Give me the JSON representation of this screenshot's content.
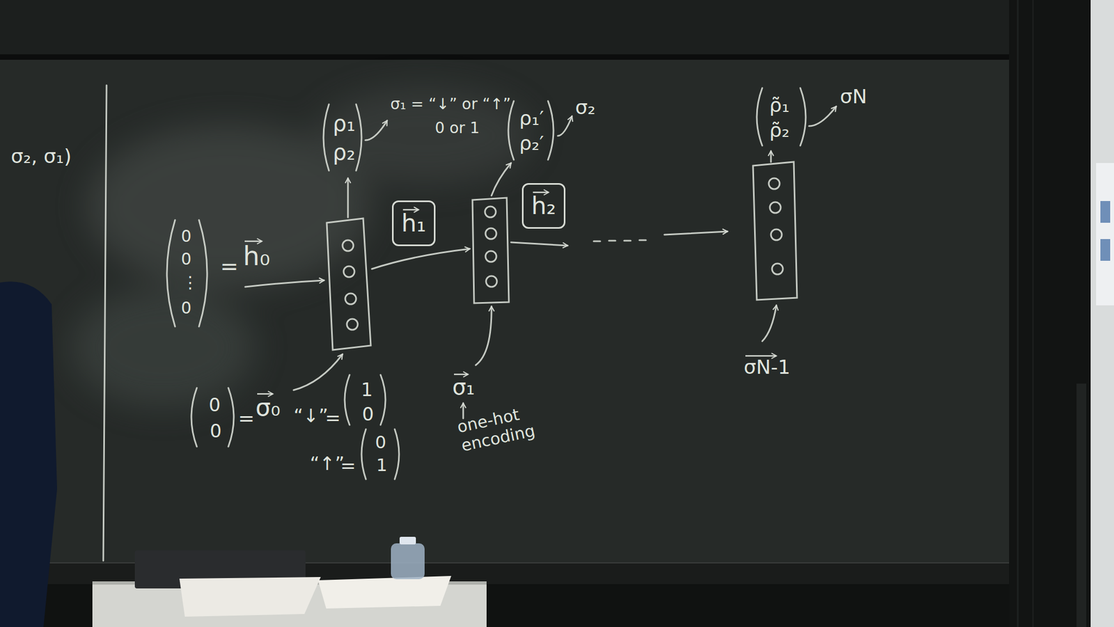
{
  "diagram": {
    "nodes": [
      {
        "text": [
          "h₁"
        ]
      },
      {
        "text": [
          "h₂"
        ]
      }
    ],
    "labels": [
      "σ₂, σ₁)",
      "0",
      "0",
      "⋮",
      "0",
      "=",
      "h₀",
      "ρ₁",
      "ρ₂",
      "σ₁ = “↓” or “↑”",
      "0 or 1",
      "ρ₁′",
      "ρ₂′",
      "σ₂",
      "ρ̃₁",
      "ρ̃₂",
      "σN",
      "0",
      "0",
      "=",
      "σ₀",
      "“↓”",
      "=",
      "1",
      "0",
      "“↑”",
      "=",
      "0",
      "1",
      "σ₁",
      "one-hot encoding",
      "σN-1"
    ]
  }
}
